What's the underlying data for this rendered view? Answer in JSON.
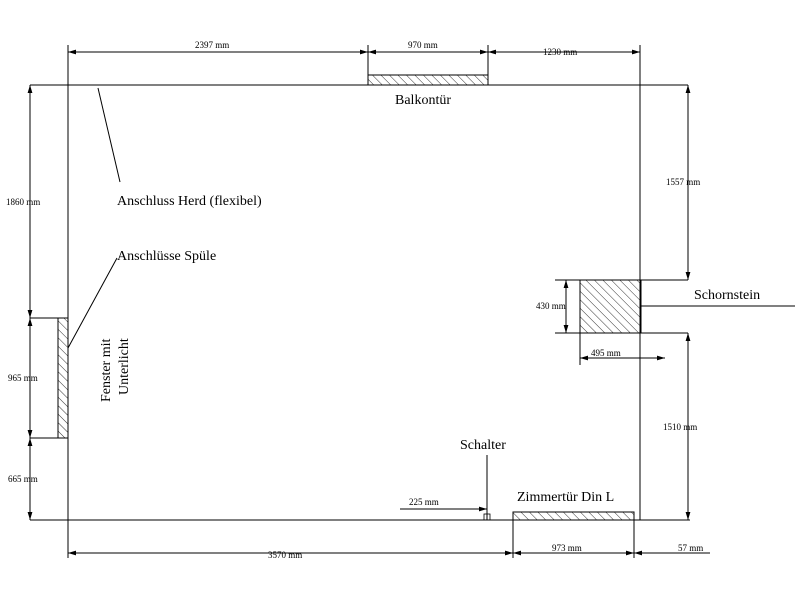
{
  "labels": {
    "balcony_door": "Balkontür",
    "stove_connection": "Anschluss Herd (flexibel)",
    "sink_connections": "Anschlüsse Spüle",
    "chimney": "Schornstein",
    "window_line1": "Fenster mit",
    "window_line2": "Unterlicht",
    "switch": "Schalter",
    "room_door": "Zimmertür Din L"
  },
  "dimensions": {
    "top_left": "2397 mm",
    "top_door": "970 mm",
    "top_right": "1230 mm",
    "left_top": "1860 mm",
    "left_window": "965 mm",
    "left_bottom": "665 mm",
    "right_top": "1557 mm",
    "chimney_height": "430 mm",
    "chimney_width": "495 mm",
    "right_bottom": "1510 mm",
    "switch_offset": "225 mm",
    "bottom_left": "3570 mm",
    "bottom_door": "973 mm",
    "bottom_right": "57 mm"
  }
}
